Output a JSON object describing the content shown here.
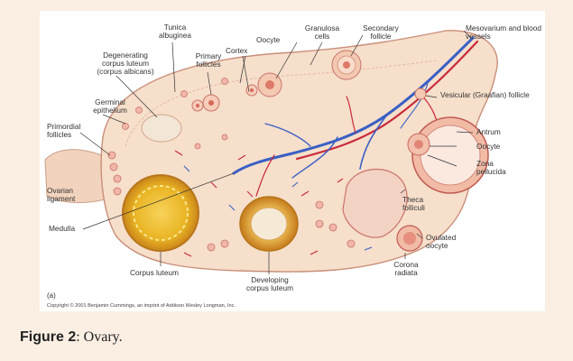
{
  "figure": {
    "labels": {
      "tunica_albuginea": "Tunica albuginea",
      "oocyte_top": "Oocyte",
      "granulosa_cells": "Granulosa cells",
      "secondary_follicle": "Secondary follicle",
      "mesovarium": "Mesovarium and blood vessels",
      "degenerating_corpus_luteum": "Degenerating corpus luteum (corpus albicans)",
      "cortex": "Cortex",
      "primary_follicles": "Primary follicles",
      "germinal_epithelium": "Germinal epithelium",
      "vesicular_follicle": "Vesicular (Graafian) follicle",
      "primordial_follicles": "Primordial follicles",
      "antrum": "Antrum",
      "oocyte_right": "Oocyte",
      "zona_pellucida": "Zona pellucida",
      "ovarian_ligament": "Ovarian ligament",
      "theca_folliculi": "Theca folliculi",
      "medulla": "Medulla",
      "ovulated_oocyte": "Ovulated oocyte",
      "corona_radiata": "Corona radiata",
      "corpus_luteum": "Corpus luteum",
      "developing_corpus_luteum": "Developing corpus luteum",
      "panel_letter": "(a)"
    },
    "copyright": "Copyright © 2001 Benjamin Cummings, an imprint of Addison Wesley Longman, Inc."
  },
  "caption": {
    "label": "Figure 2",
    "text": ": Ovary."
  }
}
